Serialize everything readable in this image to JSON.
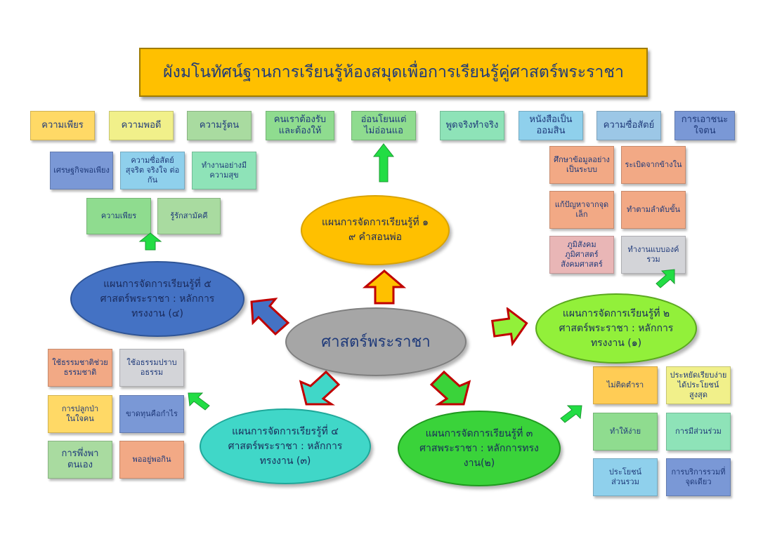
{
  "title": "ผังมโนทัศน์ฐานการเรียนรู้ห้องสมุดเพื่อการเรียนรู้คู่ศาสตร์พระราชา",
  "top_values": [
    "ความเพียร",
    "ความพอดี",
    "ความรู้ตน",
    "คนเราต้องรับ\nและต้องให้",
    "อ่อนโยนแต่\nไม่อ่อนแอ",
    "พูดจริงทำจริง",
    "หนังสือเป็น\nออมสิน",
    "ความซื่อสัตย์",
    "การเอาชนะ\nใจตน"
  ],
  "center": "ศาสตร์พระราชา",
  "plans": {
    "p1": "แผนการจัดการเรียนรู้ที่ ๑\n๙ คำสอนพ่อ",
    "p2": "แผนการจัดการเรียนรู้ที่ ๒\nศาสตร์พระราชา : หลักการ\nทรงงาน (๑)",
    "p3": "แผนการจัดการเรียนรู้ที่ ๓\nศาสพระราชา : หลักการทรง\nงาน(๒)",
    "p4": "แผนการจัดการเรียรรู้ที่ ๔\nศาสตร์พระราชา : หลักการ\nทรงงาน (๓)",
    "p5": "แผนการจัดการเรียนรู้ที่ ๕\nศาสตร์พระราชา : หลักการ\nทรงงาน (๔)"
  },
  "p5_topics": [
    "เศรษฐกิจพอเพียง",
    "ความซื่อสัตย์\nสุจริต จริงใจ ต่อ\nกัน",
    "ทำงานอย่างมี\nความสุข",
    "ความเพียร",
    "รู้รักสามัคคี"
  ],
  "p2_topics": [
    "ศึกษาข้อมูลอย่าง\nเป็นระบบ",
    "ระเบิดจากข้างใน",
    "แก้ปัญหาจากจุด\nเล็ก",
    "ทำตามลำดับขั้น",
    "ภูมิสังคม\nภูมิศาสตร์\nสังคมศาสตร์",
    "ทำงานแบบองค์\nรวม"
  ],
  "p4_topics": [
    "ใช้ธรรมชาติช่วย\nธรรมชาติ",
    "ใช้อธรรมปราบ\nอธรรม",
    "การปลูกป่า\nในใจคน",
    "ขาดทุนคือกำไร",
    "การพึ่งพา\nตนเอง",
    "พออยู่พอกิน"
  ],
  "p3_topics": [
    "ไม่ติดตำรา",
    "ประหยัดเรียบง่าย\nได้ประโยชน์สูงสุด",
    "ทำให้ง่าย",
    "การมีส่วนร่วม",
    "ประโยชน์\nส่วนรวม",
    "การบริการรวมที่\nจุดเดียว"
  ],
  "colors": {
    "title_bg": "#ffc000",
    "center_bg": "#a6a6a6",
    "plan1_bg": "#ffc000",
    "plan2_bg": "#92f03a",
    "plan3_bg": "#3ad33a",
    "plan4_bg": "#40d7c8",
    "plan5_bg": "#4472c4"
  }
}
